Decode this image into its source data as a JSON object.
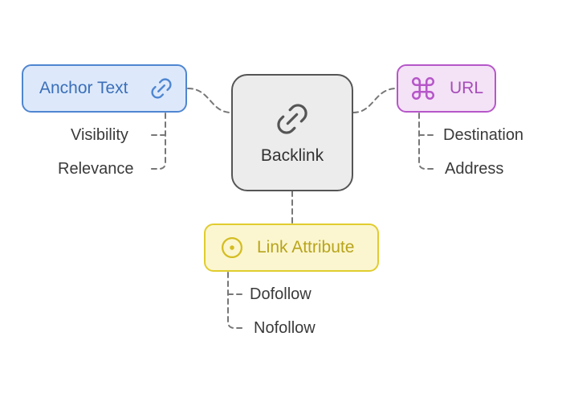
{
  "center": {
    "label": "Backlink",
    "icon": "link-icon"
  },
  "anchor_text": {
    "label": "Anchor Text",
    "icon": "link-icon",
    "color": "#4f86d1",
    "children": [
      "Visibility",
      "Relevance"
    ]
  },
  "url": {
    "label": "URL",
    "icon": "command-icon",
    "color": "#b657c9",
    "children": [
      "Destination",
      "Address"
    ]
  },
  "link_attribute": {
    "label": "Link Attribute",
    "icon": "target-icon",
    "color": "#e1cc2e",
    "children": [
      "Dofollow",
      "Nofollow"
    ]
  }
}
